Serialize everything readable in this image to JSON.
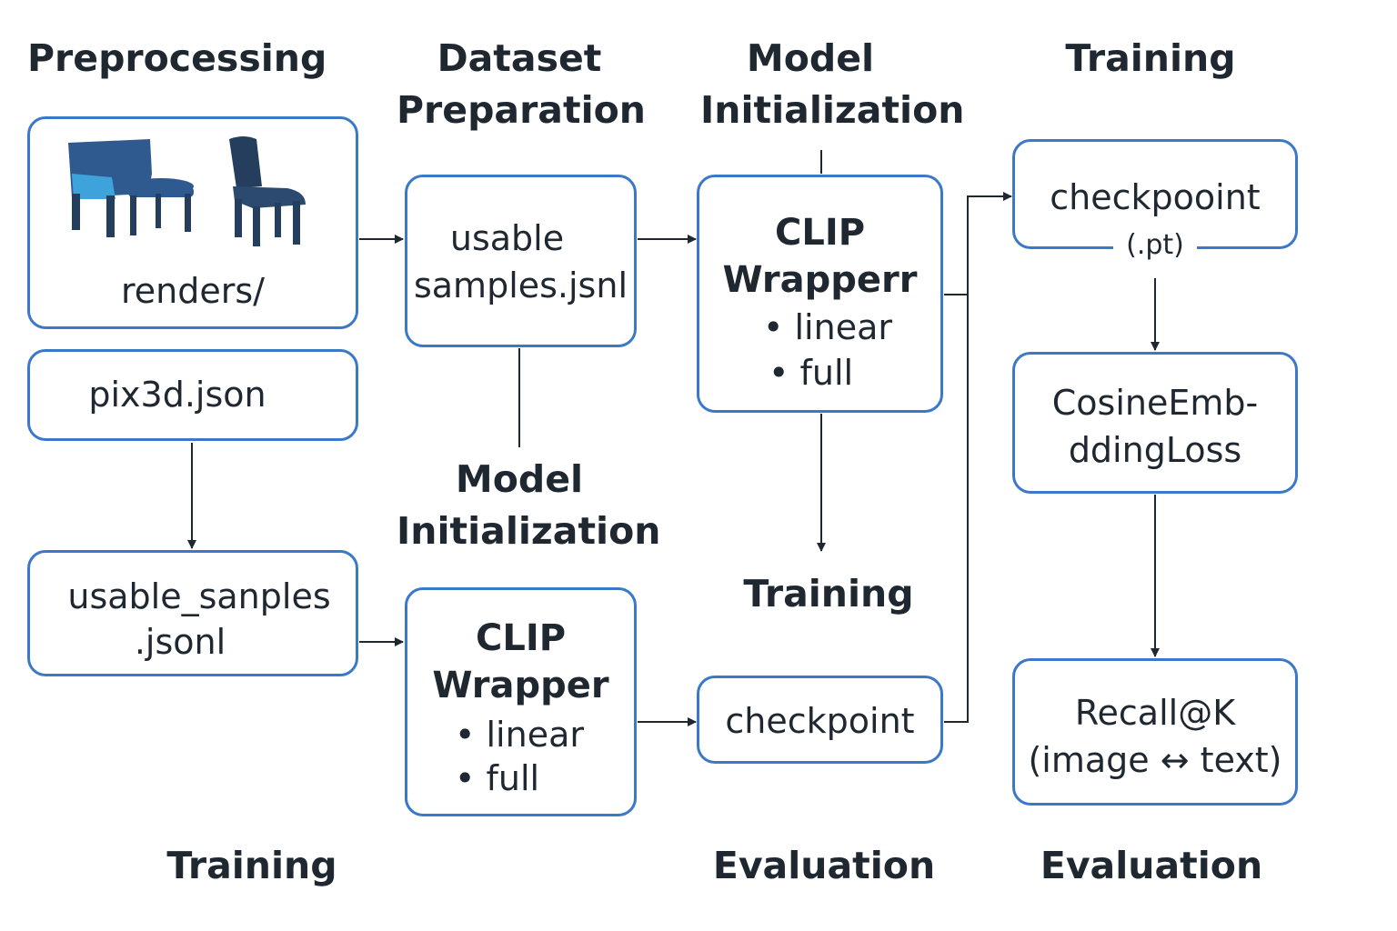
{
  "headings": {
    "preprocessing": "Preprocessing",
    "dataset_preparation": [
      "Dataset",
      "Preparation"
    ],
    "model_init_top": [
      "Model",
      "Initialization"
    ],
    "training_top": "Training",
    "model_init_mid": [
      "Model",
      "Initialization"
    ],
    "training_mid": "Training",
    "training_bottom": "Training",
    "evaluation_mid": "Evaluation",
    "evaluation_right": "Evaluation"
  },
  "boxes": {
    "renders": "renders/",
    "pix3d": "pix3d.json",
    "usable_samples_bottom": [
      "usable_sanples",
      ".jsonl"
    ],
    "usable_samples_top": [
      "usable",
      "samples.jsnl"
    ],
    "clip_top": [
      "CLIP",
      "Wrapperr",
      "• linear",
      "• full"
    ],
    "clip_bottom": [
      "CLIP",
      "Wrapper",
      "• linear",
      "• full"
    ],
    "checkpoint_mid": "checkpoint",
    "checkpoint_top": [
      "checkpooint",
      "(.pt)"
    ],
    "loss": [
      "CosineEmb-",
      "ddingLoss"
    ],
    "recall": [
      "Recall@K",
      "(image ↔ text)"
    ]
  },
  "colors": {
    "box_border": "#3b78c8",
    "text": "#1f2730",
    "arrow": "#1f2730",
    "chair_dark": "#263e5e",
    "chair_mid": "#2f5a8f",
    "chair_accent": "#3fa3db"
  }
}
